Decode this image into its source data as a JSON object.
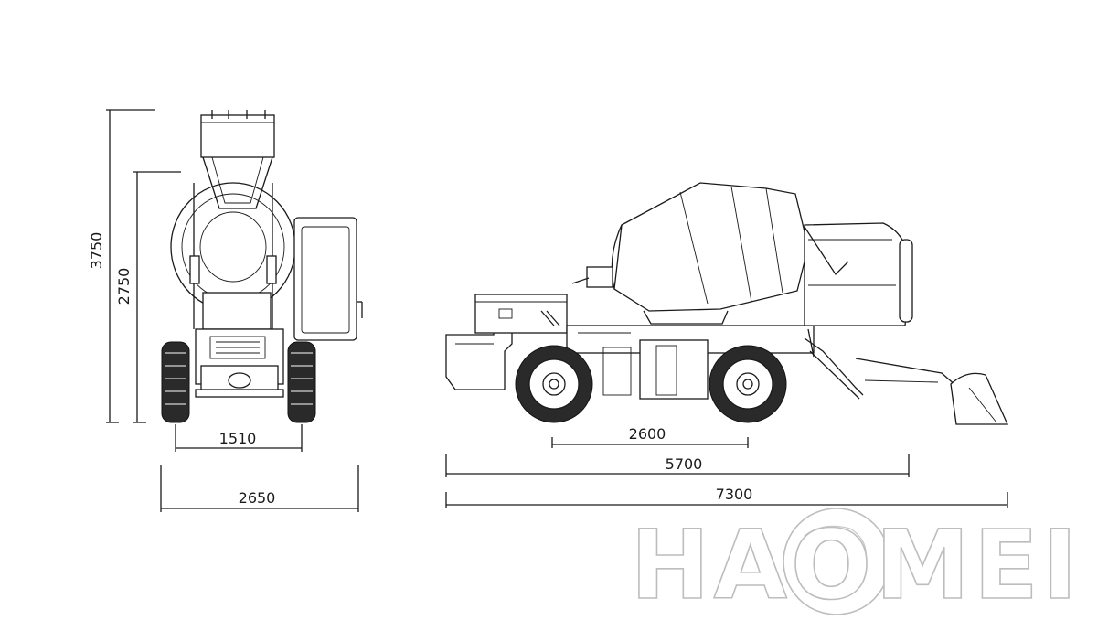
{
  "dimensions": {
    "front_height_total": "3750",
    "front_height_top": "2750",
    "front_track": "1510",
    "front_width": "2650",
    "side_wheelbase": "2600",
    "side_length_body": "5700",
    "side_length_total": "7300"
  },
  "watermark": {
    "text": "HAOMEI"
  },
  "colors": {
    "line": "#1a1a1a",
    "tire": "#2a2a2a",
    "watermark_stroke": "#bdbdbd"
  }
}
